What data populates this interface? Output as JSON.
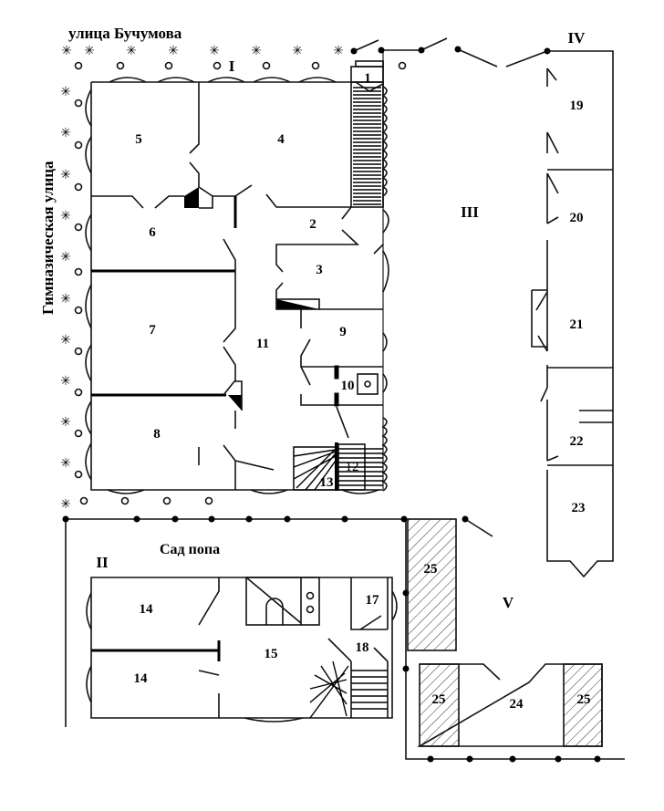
{
  "streets": {
    "top": "улица Бучумова",
    "left": "Гимназическая улица"
  },
  "garden": "Сад попа",
  "zones": {
    "I": "I",
    "II": "II",
    "III": "III",
    "IV": "IV",
    "V": "V"
  },
  "rooms": {
    "r1": "1",
    "r2": "2",
    "r3": "3",
    "r4": "4",
    "r5": "5",
    "r6": "6",
    "r7": "7",
    "r8": "8",
    "r9": "9",
    "r10": "10",
    "r11": "11",
    "r12": "12",
    "r13": "13",
    "r14a": "14",
    "r14b": "14",
    "r15": "15",
    "r17": "17",
    "r18": "18",
    "r19": "19",
    "r20": "20",
    "r21": "21",
    "r22": "22",
    "r23": "23",
    "r24": "24",
    "r25a": "25",
    "r25b": "25",
    "r25c": "25"
  },
  "colors": {
    "wall": "#111111",
    "exterior_wall": "#777777"
  }
}
